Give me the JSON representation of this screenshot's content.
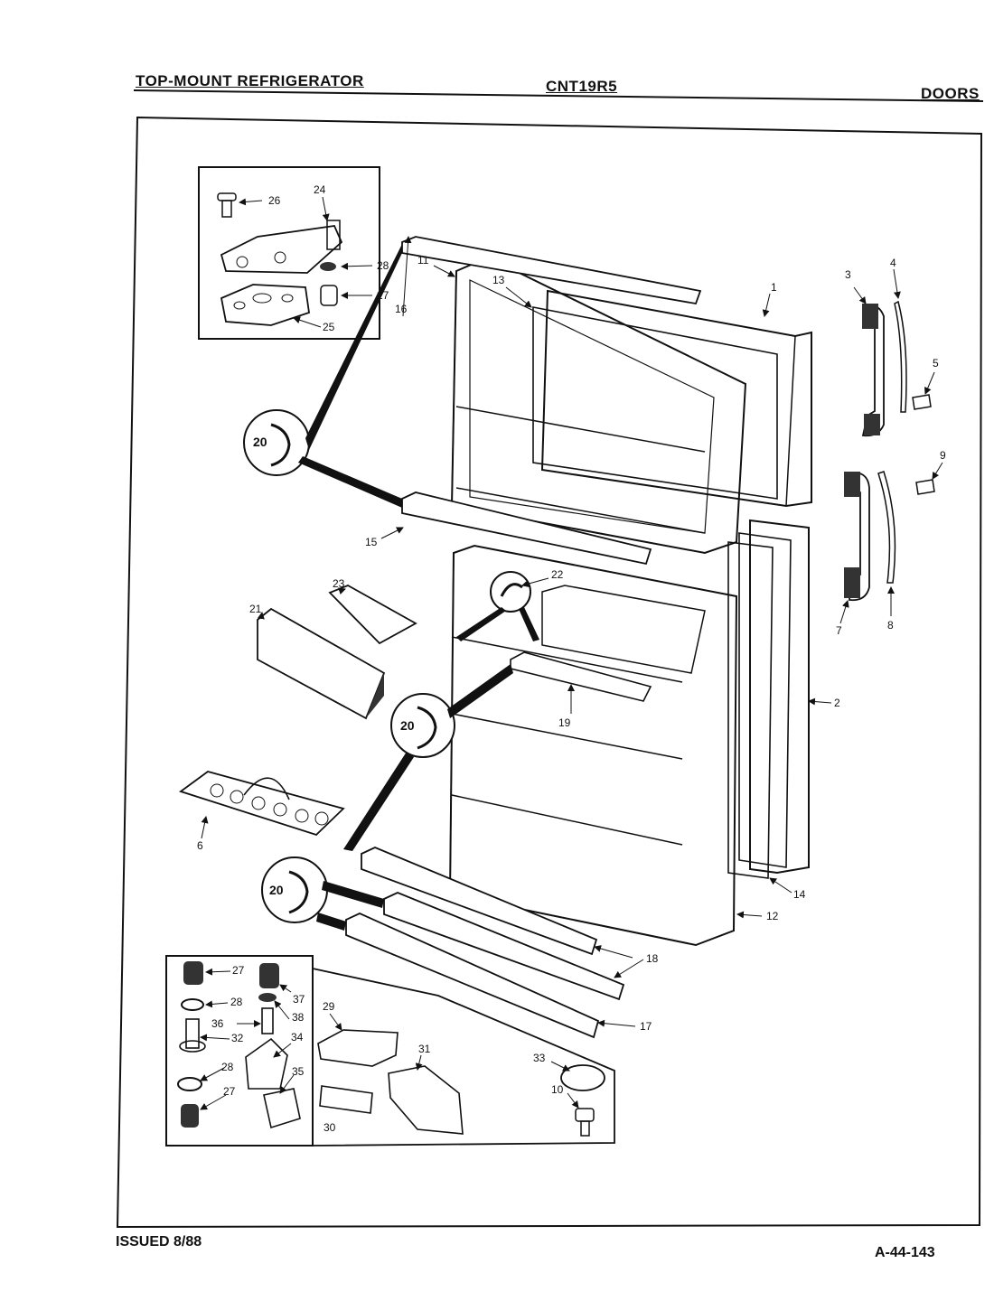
{
  "header": {
    "left": "TOP-MOUNT REFRIGERATOR",
    "center": "CNT19R5",
    "right": "DOORS"
  },
  "footer": {
    "left": "ISSUED 8/88",
    "right": "A-44-143"
  },
  "callouts": {
    "c1": "1",
    "c2": "2",
    "c3": "3",
    "c4": "4",
    "c5": "5",
    "c6": "6",
    "c7": "7",
    "c8": "8",
    "c9": "9",
    "c10": "10",
    "c11": "11",
    "c12": "12",
    "c13": "13",
    "c14": "14",
    "c15": "15",
    "c16": "16",
    "c17": "17",
    "c18": "18",
    "c19": "19",
    "c20a": "20",
    "c20b": "20",
    "c20c": "20",
    "c21": "21",
    "c22": "22",
    "c23": "23",
    "c24": "24",
    "c25": "25",
    "c26": "26",
    "c27a": "27",
    "c27b": "27",
    "c27c": "27",
    "c28a": "28",
    "c28b": "28",
    "c28c": "28",
    "c29": "29",
    "c30": "30",
    "c31": "31",
    "c32": "32",
    "c33": "33",
    "c34": "34",
    "c35": "35",
    "c36": "36",
    "c37": "37",
    "c38": "38"
  }
}
